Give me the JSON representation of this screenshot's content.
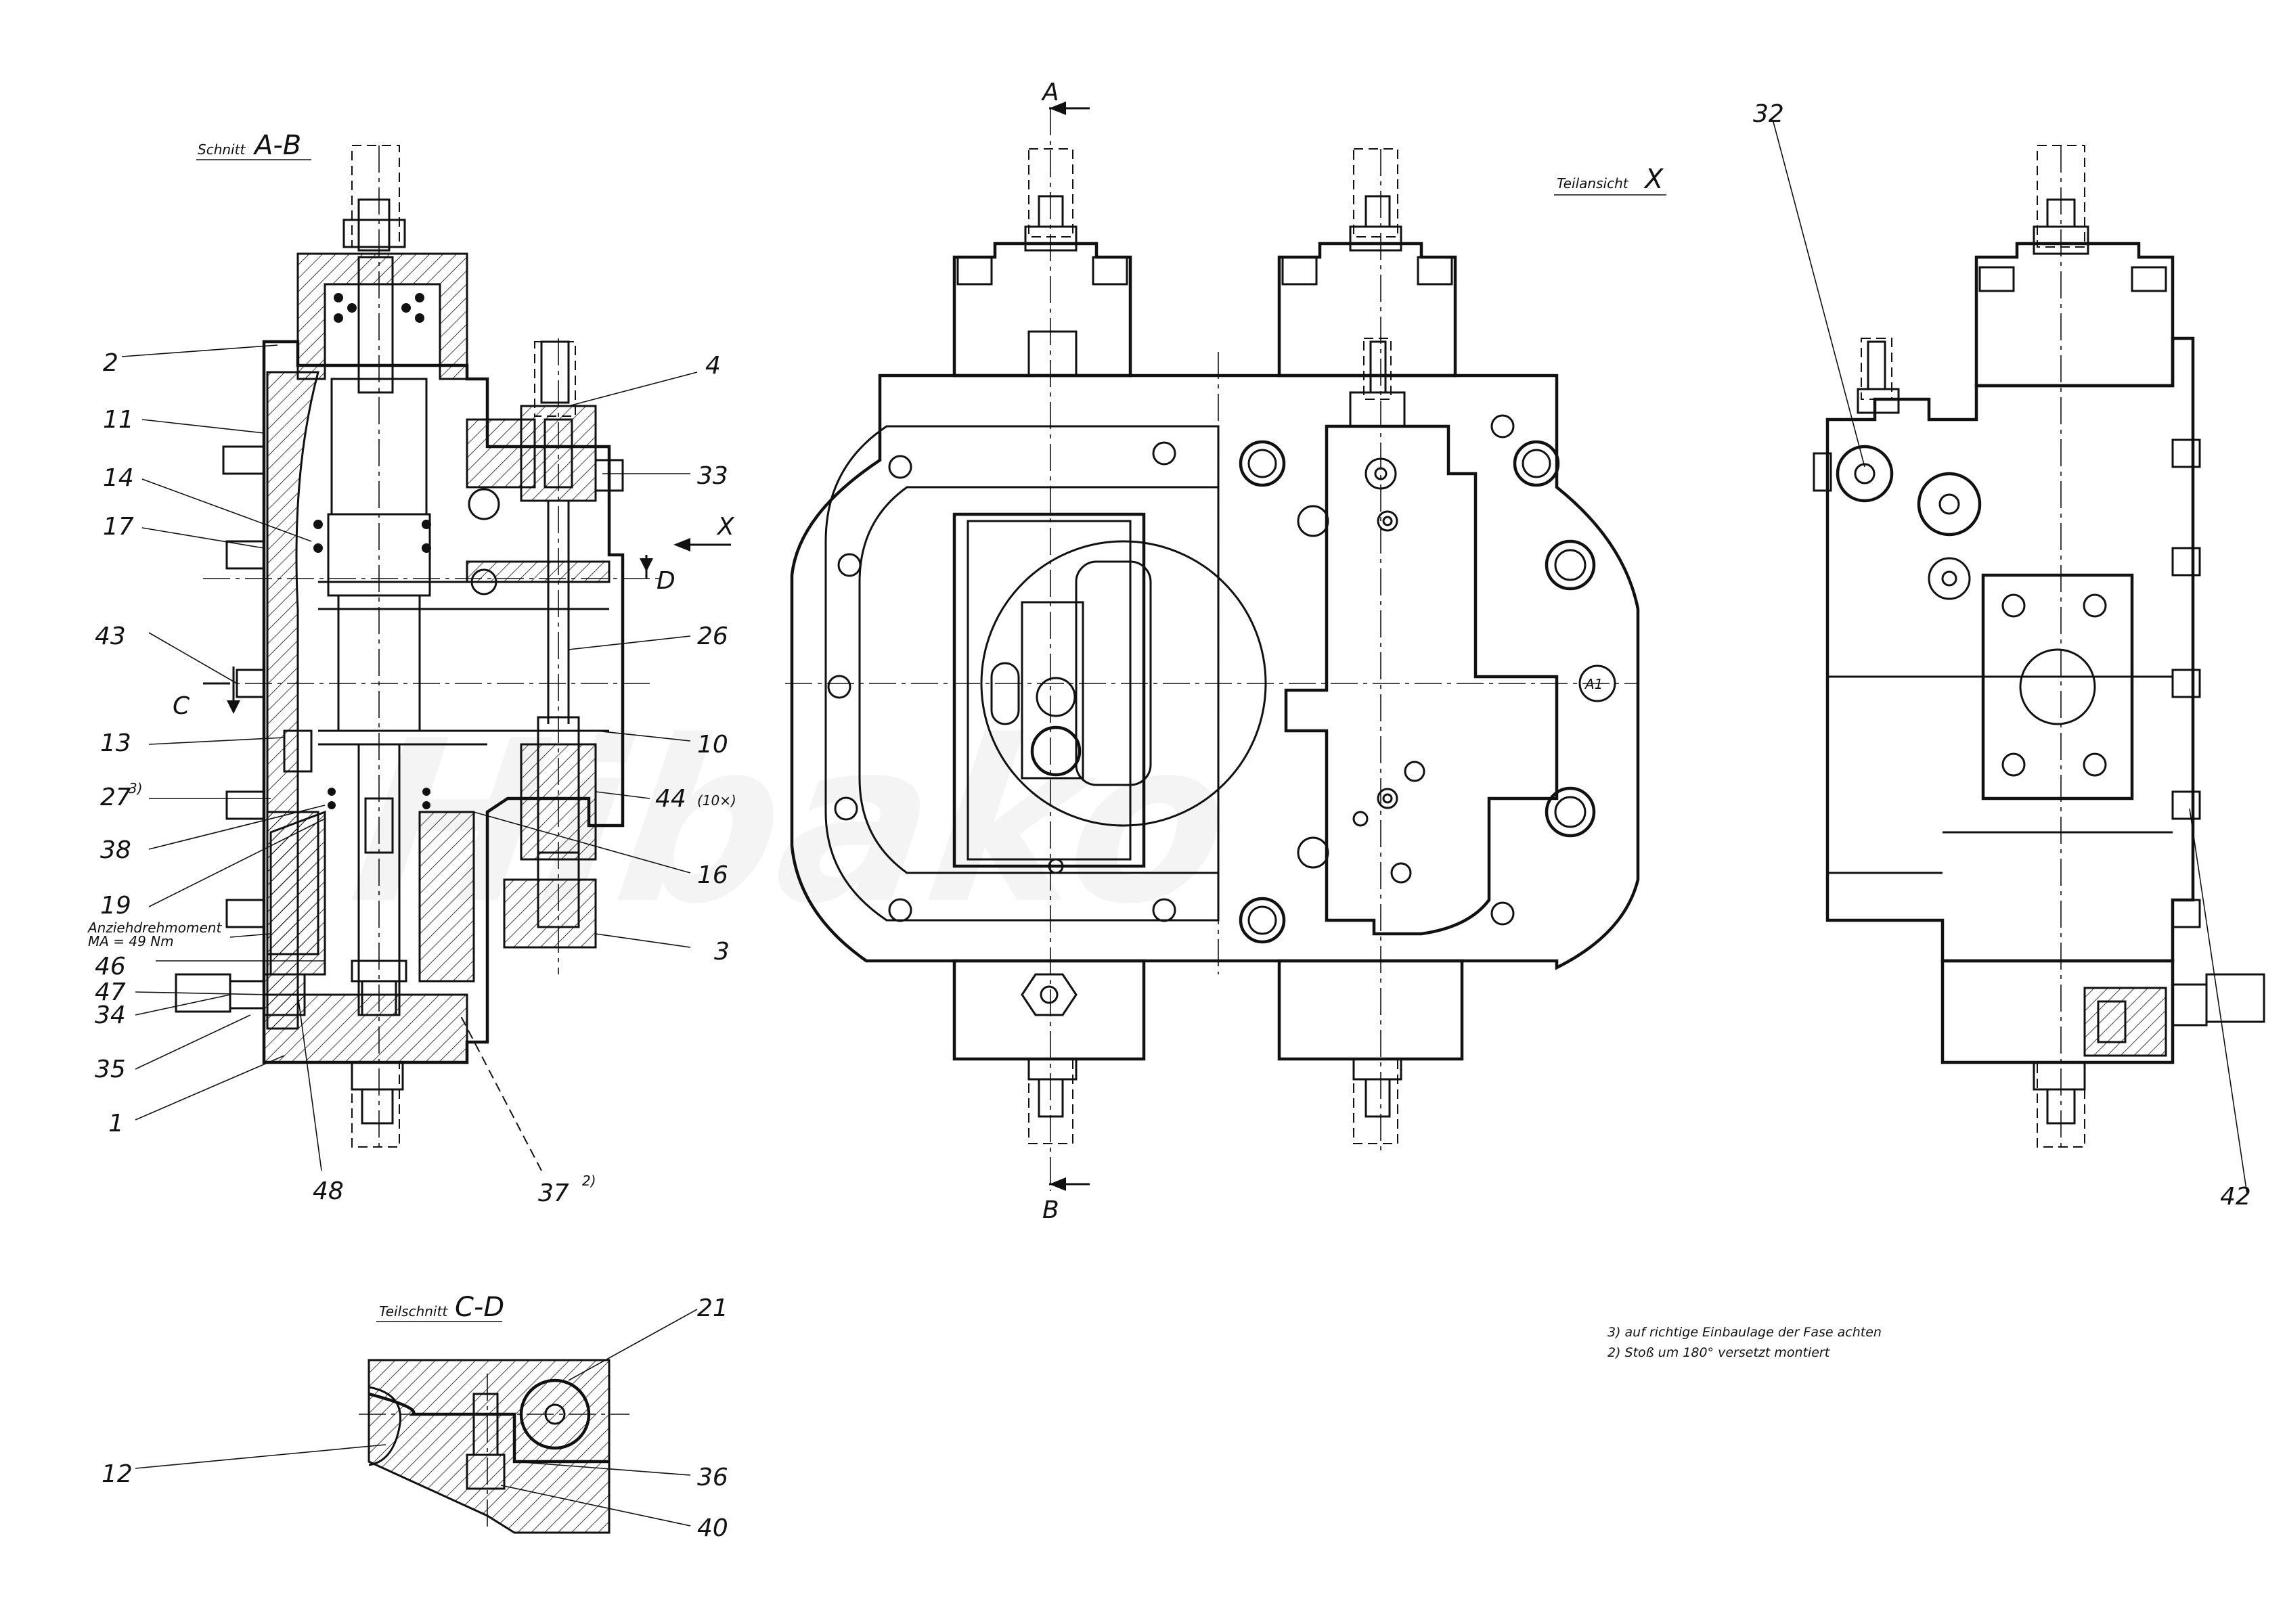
{
  "views": {
    "section_ab": {
      "title": "Schnitt A-B"
    },
    "partial_view_x": {
      "title": "Teilansicht X"
    },
    "partial_section_cd": {
      "title": "Teilschnitt C-D"
    }
  },
  "section_markers": {
    "a": "A",
    "b": "B",
    "c": "C",
    "d": "D",
    "x": "X",
    "a1": "A1"
  },
  "callouts": {
    "c2": "2",
    "c11": "11",
    "c14": "14",
    "c17": "17",
    "c43": "43",
    "c13": "13",
    "c27": "27",
    "c27_note": "3)",
    "c38": "38",
    "c19": "19",
    "c46": "46",
    "c47": "47",
    "c34": "34",
    "c35": "35",
    "c1": "1",
    "c48": "48",
    "c37": "37",
    "c37_note": "2)",
    "c4": "4",
    "c33": "33",
    "c26": "26",
    "c10": "10",
    "c44": "44",
    "c44_note": "(10×)",
    "c16": "16",
    "c3": "3",
    "c32": "32",
    "c42": "42",
    "c21": "21",
    "c12": "12",
    "c36": "36",
    "c40": "40"
  },
  "torque": {
    "label": "Anziehdrehmoment",
    "value": "MA = 49 Nm"
  },
  "notes": {
    "note3": "3) auf richtige Einbaulage der Fase achten",
    "note2": "2) Stoß um 180° versetzt montiert"
  },
  "watermark": {
    "text": "Hibako"
  }
}
